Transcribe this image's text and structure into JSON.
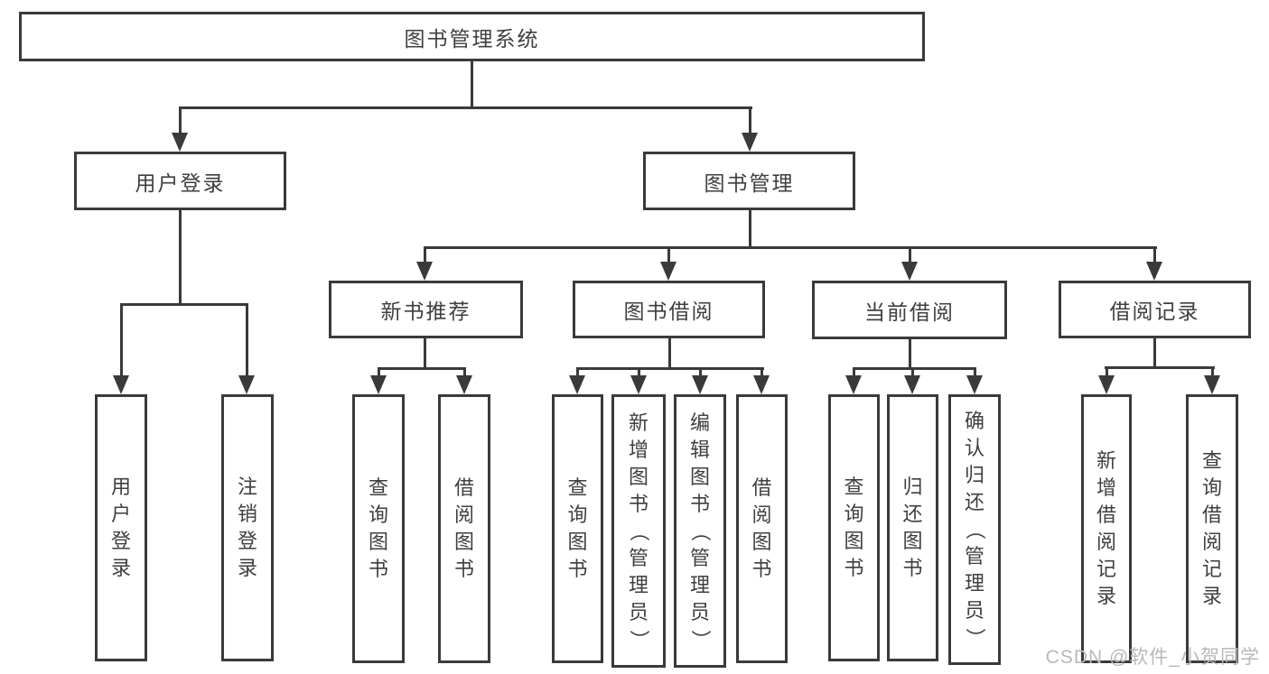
{
  "tree": {
    "label": "图书管理系统",
    "children": [
      {
        "label": "用户登录",
        "children": [
          {
            "label": "用户登录"
          },
          {
            "label": "注销登录"
          }
        ]
      },
      {
        "label": "图书管理",
        "children": [
          {
            "label": "新书推荐",
            "children": [
              {
                "label": "查询图书"
              },
              {
                "label": "借阅图书"
              }
            ]
          },
          {
            "label": "图书借阅",
            "children": [
              {
                "label": "查询图书"
              },
              {
                "label": "新增图书（管理员）"
              },
              {
                "label": "编辑图书（管理员）"
              },
              {
                "label": "借阅图书"
              }
            ]
          },
          {
            "label": "当前借阅",
            "children": [
              {
                "label": "查询图书"
              },
              {
                "label": "归还图书"
              },
              {
                "label": "确认归还（管理员）"
              }
            ]
          },
          {
            "label": "借阅记录",
            "children": [
              {
                "label": "新增借阅记录"
              },
              {
                "label": "查询借阅记录"
              }
            ]
          }
        ]
      }
    ]
  },
  "watermark": "CSDN @软件_小贺同学",
  "colors": {
    "line": "#3a3a3a",
    "text": "#3f3f3f",
    "watermark": "#b9b9b9",
    "background": "#ffffff"
  }
}
